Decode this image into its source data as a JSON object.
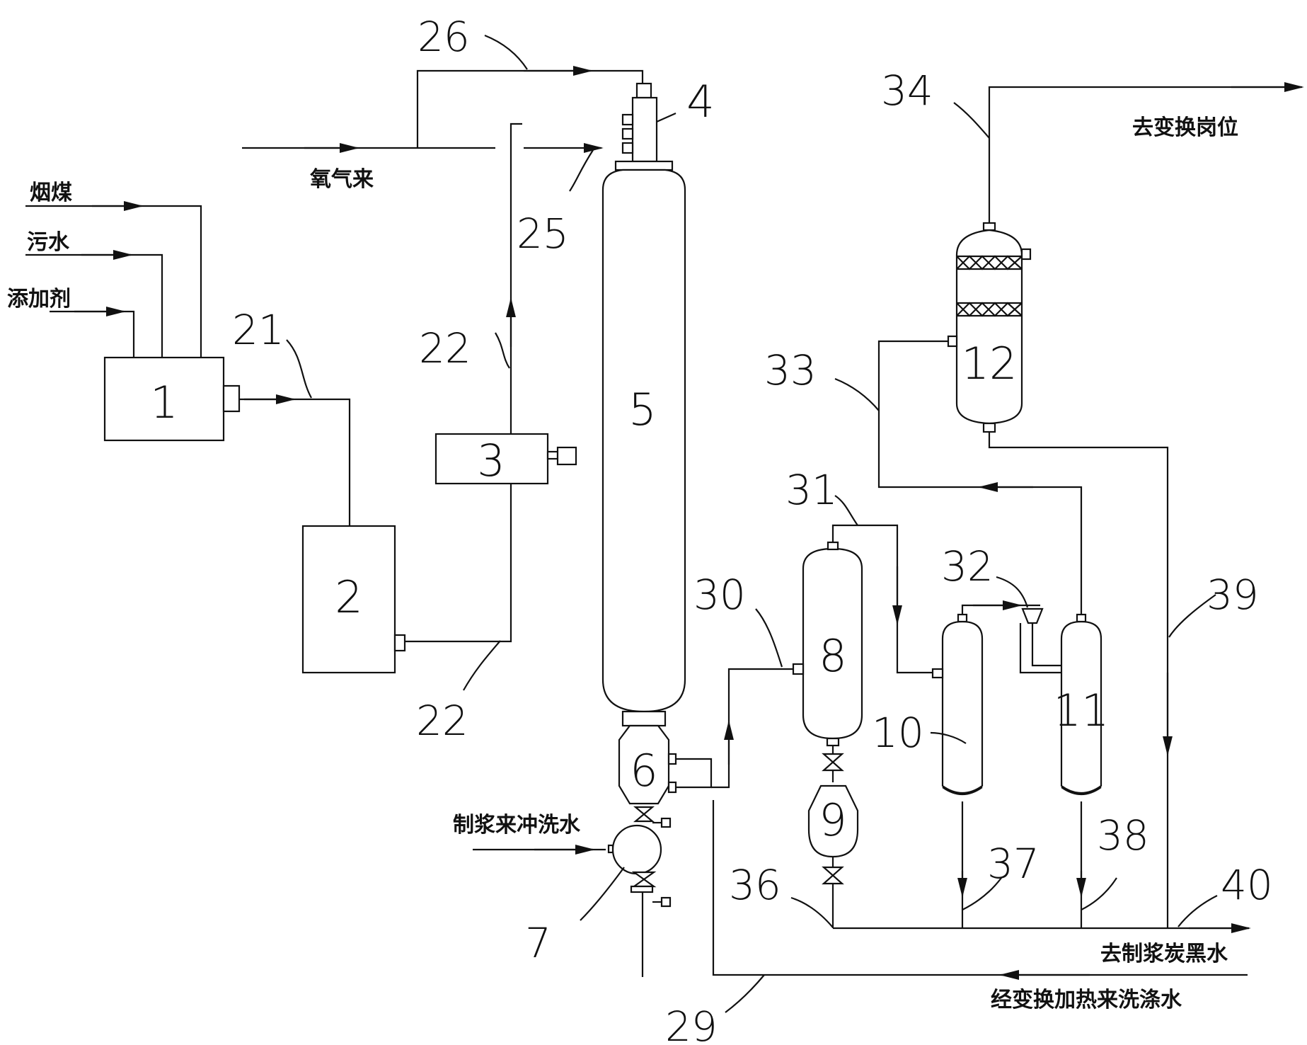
{
  "inputs": {
    "coal": "烟煤",
    "sewage": "污水",
    "additive": "添加剂",
    "oxygen": "氧气来",
    "flush_water": "制浆来冲洗水",
    "to_shift": "去变换岗位",
    "to_slurry": "去制浆炭黑水",
    "wash_water": "经变换加热来洗涤水"
  },
  "equipment": [
    "1",
    "2",
    "3",
    "4",
    "5",
    "6",
    "7",
    "8",
    "9",
    "10",
    "11",
    "12"
  ],
  "refs": {
    "r21": "21",
    "r22a": "22",
    "r22b": "22",
    "r25": "25",
    "r26": "26",
    "r29": "29",
    "r30": "30",
    "r31": "31",
    "r32": "32",
    "r33": "33",
    "r34": "34",
    "r36": "36",
    "r37": "37",
    "r38": "38",
    "r39": "39",
    "r40": "40"
  }
}
